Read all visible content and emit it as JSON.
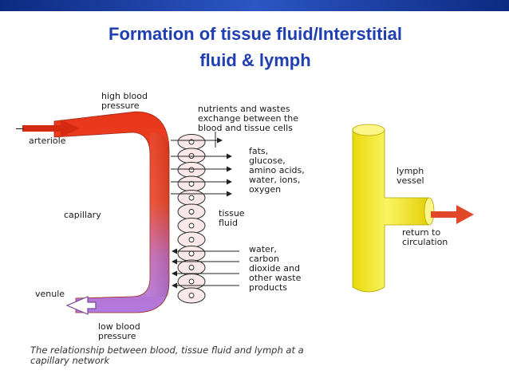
{
  "slide": {
    "title_line1": "Formation of tissue fluid/Interstitial",
    "title_line2": "fluid & lymph"
  },
  "diagram": {
    "labels": {
      "high_pressure_1": "high blood",
      "high_pressure_2": "pressure",
      "exchange_1": "nutrients and wastes",
      "exchange_2": "exchange between the",
      "exchange_3": "blood and tissue cells",
      "arteriole": "arteriole",
      "nutrients_1": "fats,",
      "nutrients_2": "glucose,",
      "nutrients_3": "amino acids,",
      "nutrients_4": "water, ions,",
      "nutrients_5": "oxygen",
      "capillary": "capillary",
      "tissue_fluid_1": "tissue",
      "tissue_fluid_2": "fluid",
      "lymph_vessel_1": "lymph",
      "lymph_vessel_2": "vessel",
      "return_1": "return to",
      "return_2": "circulation",
      "wastes_1": "water,",
      "wastes_2": "carbon",
      "wastes_3": "dioxide and",
      "wastes_4": "other waste",
      "wastes_5": "products",
      "venule": "venule",
      "low_pressure_1": "low blood",
      "low_pressure_2": "pressure"
    },
    "caption_line1": "The relationship between blood, tissue fluid and lymph at a",
    "caption_line2": "capillary network"
  },
  "colors": {
    "title": "#1f3fb0",
    "topbar": "#1a3a9a",
    "artery_red": "#e8361a",
    "vein_purple": "#b07ae0",
    "lymph_yellow": "#f7ee1a",
    "arrow_red": "#e2472a",
    "cell_fill": "#fbe9ea"
  }
}
